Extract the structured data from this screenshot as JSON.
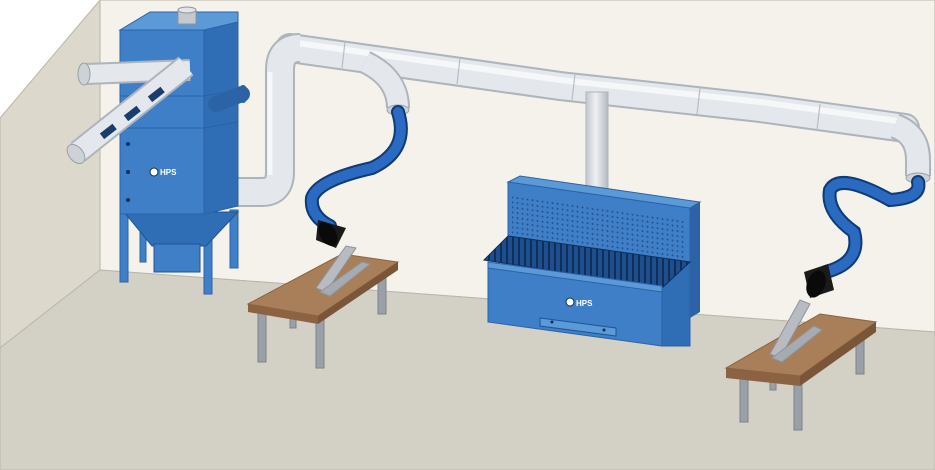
{
  "brand": {
    "logo_text": "HPS",
    "icon": "hps-globe-icon"
  },
  "colors": {
    "wall": "#f4f2ea",
    "floor": "#d3d0c6",
    "room_edge": "#b9b6ab",
    "equipment_blue": "#3f7fc7",
    "equipment_blue_dark": "#2b63a6",
    "equipment_blue_light": "#5b9ad6",
    "duct": "#dfe3e8",
    "duct_shadow": "#aeb4bc",
    "hose": "#1c55a0",
    "hose_dark": "#0f3b78",
    "hood": "#1a1a1a",
    "table_top": "#a97f5a",
    "table_edge": "#8b6343",
    "table_leg": "#9aa0a8",
    "workpiece": "#b8bcc2"
  },
  "components": [
    "dust-collector",
    "ductwork",
    "flex-arm-left",
    "downdraft-table",
    "flex-arm-right",
    "work-table-left",
    "work-table-right"
  ]
}
